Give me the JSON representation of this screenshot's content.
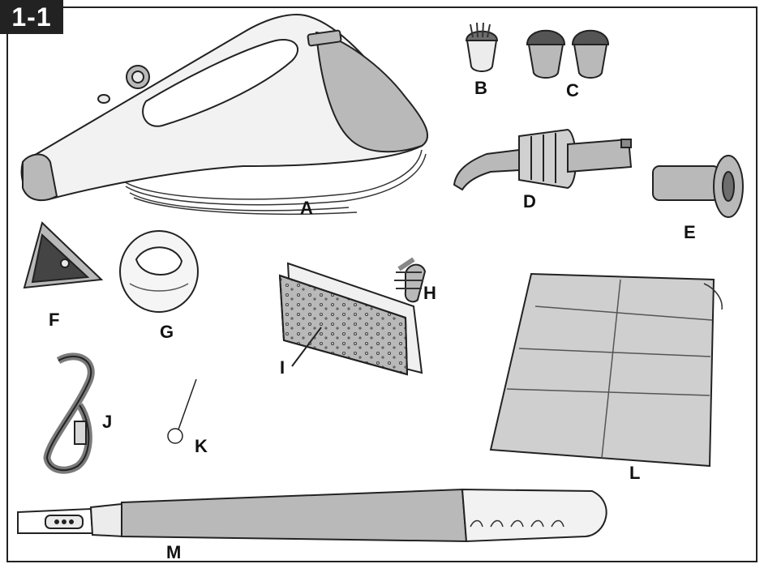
{
  "figure_badge": "1-1",
  "parts": {
    "A": "A",
    "B": "B",
    "C": "C",
    "D": "D",
    "E": "E",
    "F": "F",
    "G": "G",
    "H": "H",
    "I": "I",
    "J": "J",
    "K": "K",
    "L": "L",
    "M": "M"
  },
  "colors": {
    "outline": "#222222",
    "gray": "#b9b9b9",
    "light": "#f2f2f2",
    "dark": "#6d6d6d"
  }
}
